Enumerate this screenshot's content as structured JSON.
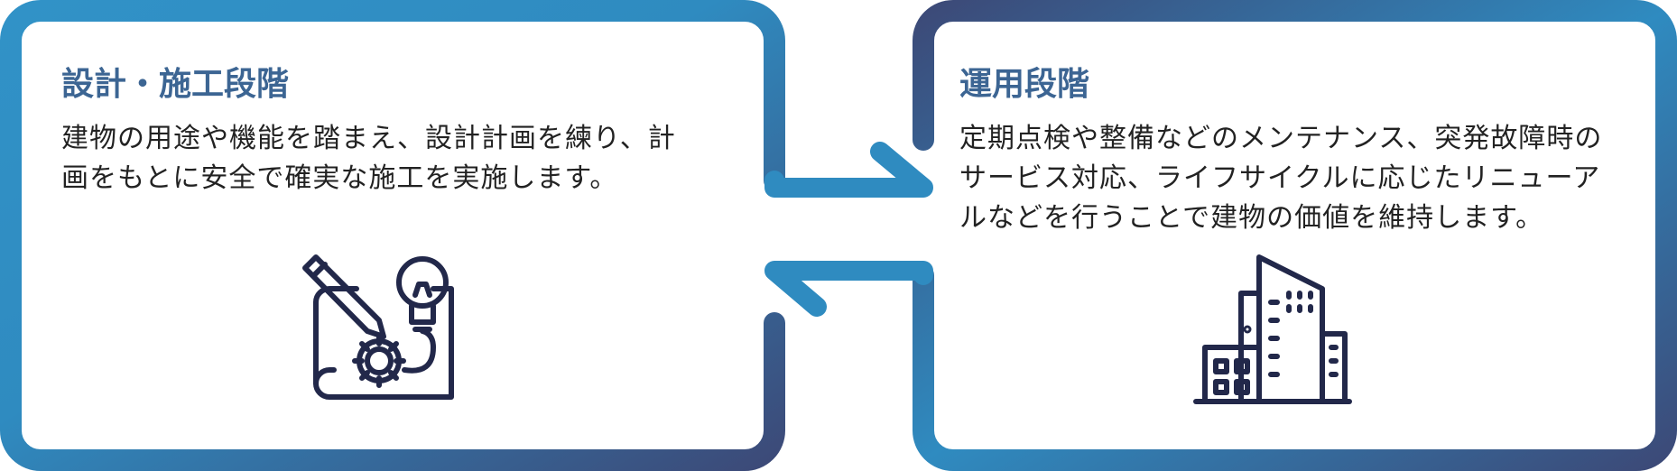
{
  "colors": {
    "gradient_start": "#3c4a78",
    "gradient_mid": "#2f8bc0",
    "title": "#3c6593",
    "text": "#222222",
    "icon": "#22284a"
  },
  "left_panel": {
    "title": "設計・施工段階",
    "description": "建物の用途や機能を踏まえ、設計計画を練り、計画をもとに安全で確実な施工を実施します。",
    "icon": "design-blueprint-icon"
  },
  "right_panel": {
    "title": "運用段階",
    "description": "定期点検や整備などのメンテナンス、突発故障時のサービス対応、ライフサイクルに応じたリニューアルなどを行うことで建物の価値を維持します。",
    "icon": "building-icon"
  }
}
